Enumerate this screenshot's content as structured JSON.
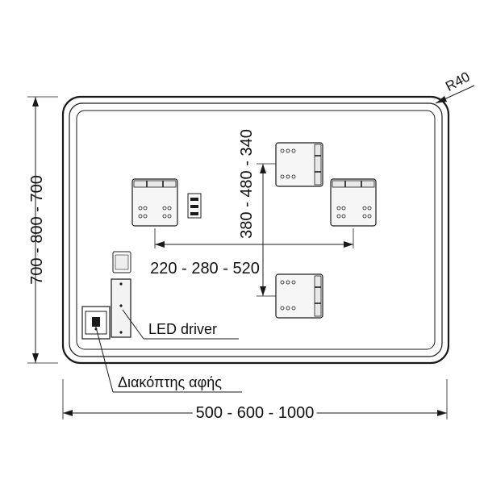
{
  "dimensions": {
    "width": "500 - 600 - 1000",
    "height": "700 - 800 - 700",
    "horizontal_spacing": "220 - 280 - 520",
    "vertical_spacing": "380 - 480 - 340",
    "corner_radius": "R40"
  },
  "labels": {
    "led_driver": "LED driver",
    "touch_switch": "Διακόπτης αφής"
  }
}
